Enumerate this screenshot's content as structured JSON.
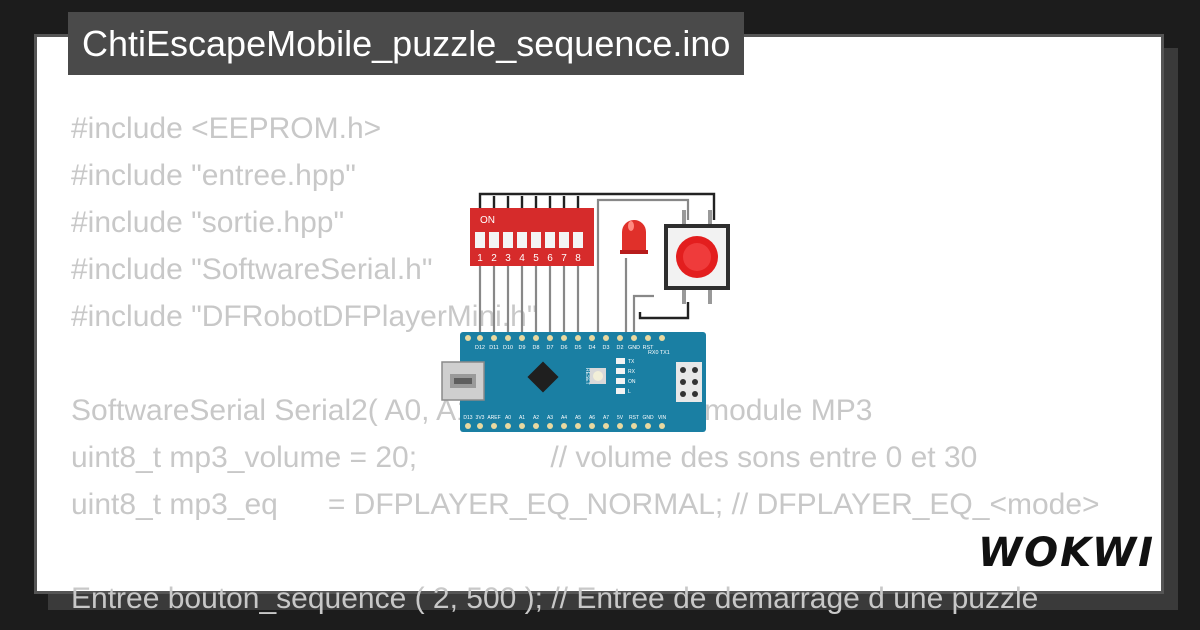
{
  "title": "ChtiEscapeMobile_puzzle_sequence.ino",
  "code_lines": [
    "#include <EEPROM.h>",
    "#include \"entree.hpp\"",
    "#include \"sortie.hpp\"",
    "#include \"SoftwareSerial.h\"",
    "#include \"DFRobotDFPlayerMini.h\"",
    "",
    "SoftwareSerial Serial2( A0, A1 ); // RX et TX du module MP3",
    "uint8_t mp3_volume = 20;                // volume des sons entre 0 et 30",
    "uint8_t mp3_eq      = DFPLAYER_EQ_NORMAL; // DFPLAYER_EQ_<mode>",
    "",
    "Entree bouton_sequence ( 2, 500 ); // Entree de demarrage d une puzzle"
  ],
  "circuit": {
    "dip_on_label": "ON",
    "dip_numbers": [
      "1",
      "2",
      "3",
      "4",
      "5",
      "6",
      "7",
      "8"
    ],
    "top_pins": [
      "D12",
      "D11",
      "D10",
      "D9",
      "D8",
      "D7",
      "D6",
      "D5",
      "D4",
      "D3",
      "D2",
      "GND",
      "RST"
    ],
    "bottom_pins": [
      "D13",
      "3V3",
      "AREF",
      "A0",
      "A1",
      "A2",
      "A3",
      "A4",
      "A5",
      "A6",
      "A7",
      "5V",
      "RST",
      "GND",
      "VIN"
    ],
    "rx_tx_label": "RX0 TX1",
    "led_labels": [
      "TX",
      "RX",
      "ON",
      "L"
    ],
    "reset_label": "RESET"
  },
  "logo_text": "WOKWI",
  "colors": {
    "board": "#1a7fa3",
    "dip_switch": "#d62b2b",
    "button_cap": "#e31e1e",
    "led": "#e0302a",
    "code_text": "#c8c8c8",
    "title_bg": "#4a4a4a"
  }
}
